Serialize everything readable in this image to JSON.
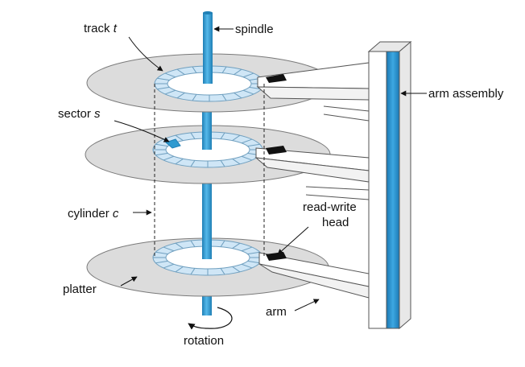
{
  "labels": {
    "track": "track",
    "track_var": "t",
    "spindle": "spindle",
    "sector": "sector",
    "sector_var": "s",
    "cylinder": "cylinder",
    "cylinder_var": "c",
    "read_write_line1": "read-write",
    "read_write_line2": "head",
    "platter": "platter",
    "arm": "arm",
    "rotation": "rotation",
    "arm_assembly": "arm assembly"
  },
  "colors": {
    "platter_fill": "#dcdcdc",
    "platter_stroke": "#7a7a7a",
    "spindle": "#2f9ad0",
    "track_ring": "#cfe6f6",
    "highlight_sector": "#2f9ad0",
    "head": "#111111",
    "arm_fill": "#ffffff",
    "arm_stroke": "#555555"
  }
}
